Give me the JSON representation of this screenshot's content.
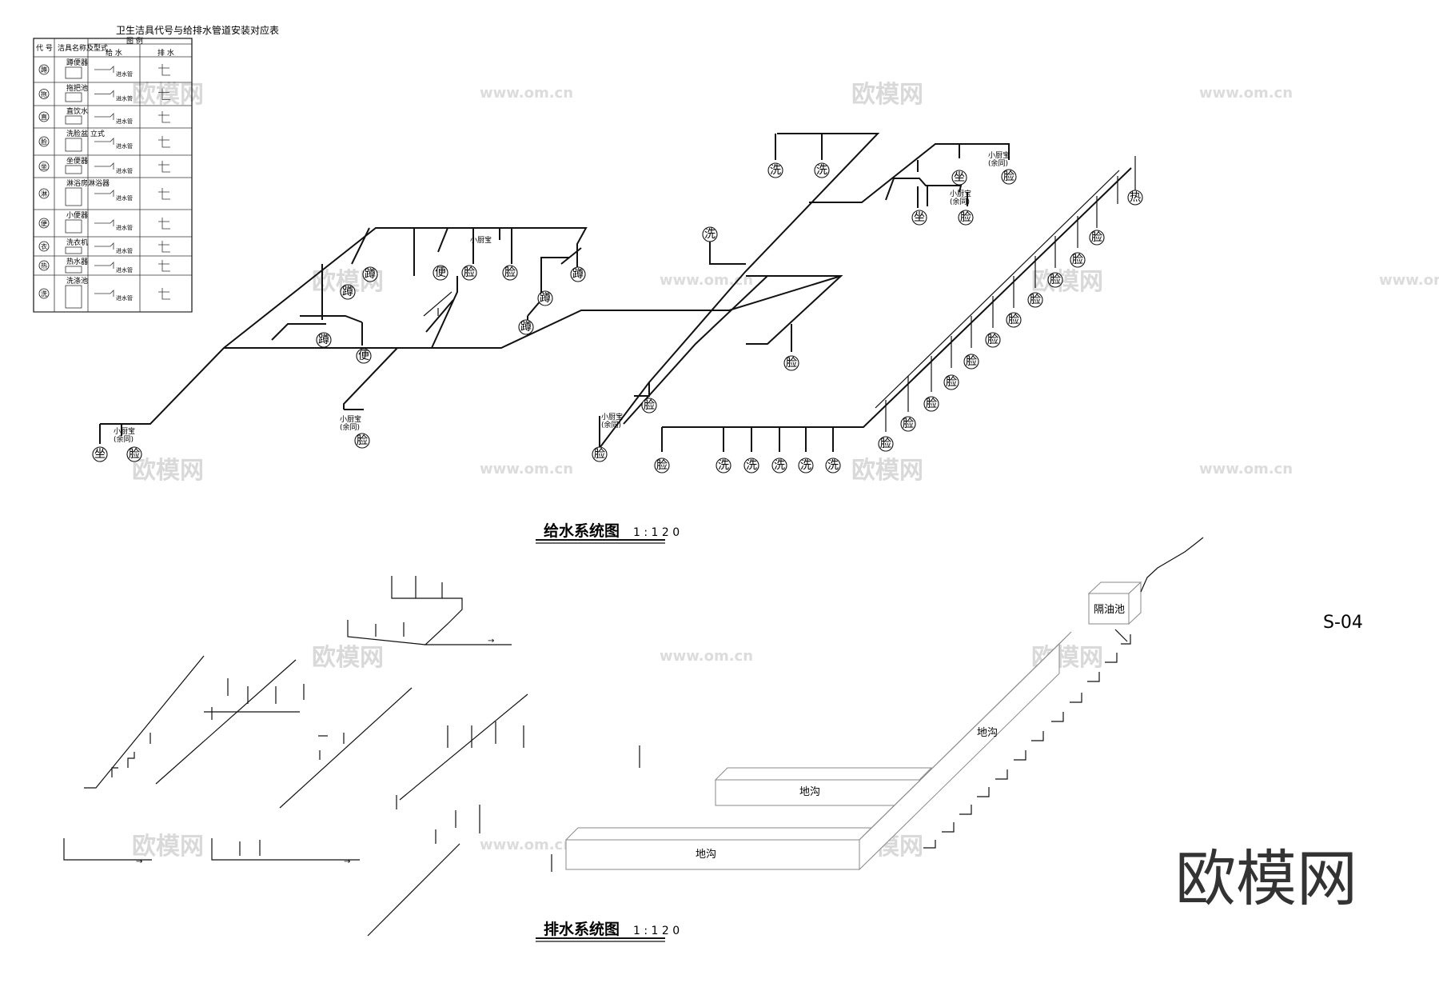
{
  "legend_table": {
    "title": "卫生洁具代号与给排水管道安装对应表",
    "headers": {
      "code": "代 号",
      "name": "洁具名称及型式",
      "legend": "图 例",
      "supply": "给 水",
      "drain": "排 水"
    },
    "rows": [
      {
        "code": "蹲",
        "name": "蹲便器",
        "note": "进水管"
      },
      {
        "code": "拖",
        "name": "拖把池",
        "note": "进水管"
      },
      {
        "code": "直",
        "name": "直饮水",
        "note": "进水管"
      },
      {
        "code": "脸",
        "name": "洗脸盆 立式",
        "note": "进水管"
      },
      {
        "code": "坐",
        "name": "坐便器",
        "note": "进水管"
      },
      {
        "code": "淋",
        "name": "淋浴房淋浴器",
        "note": "进水管"
      },
      {
        "code": "便",
        "name": "小便器",
        "note": "进水管"
      },
      {
        "code": "衣",
        "name": "洗衣机",
        "note": "进水管"
      },
      {
        "code": "热",
        "name": "热水器",
        "note": "进水管"
      },
      {
        "code": "洗",
        "name": "洗涤池",
        "note": "进水管"
      }
    ]
  },
  "supply_diagram": {
    "title": "给水系统图",
    "scale": "1 : 1 2 0"
  },
  "drain_diagram": {
    "title": "排水系统图",
    "scale": "1 : 1 2 0"
  },
  "sheet_no": "S-04",
  "labels": {
    "grease_trap": "隔油池",
    "trench": "地沟",
    "small_kitchen": "小厨宝",
    "small_kitchen_sub": "(余同)"
  },
  "watermarks": {
    "brand": "欧模网",
    "url": "www.om.cn",
    "big_logo": "欧模网"
  },
  "fixtures": {
    "f1": "坐",
    "f2": "脸",
    "f3": "脸",
    "f4": "蹲",
    "f5": "蹲",
    "f6": "蹲",
    "f7": "便",
    "f8": "便",
    "f9": "脸",
    "f10": "脸",
    "f11": "蹲",
    "f12": "蹲",
    "f13": "蹲",
    "f14": "洗",
    "f15": "洗",
    "f16": "洗",
    "f17": "坐",
    "f18": "脸",
    "f19": "坐",
    "f20": "脸",
    "f21": "脸",
    "f22": "脸",
    "f23": "脸",
    "f24": "洗",
    "f25": "洗",
    "f26": "洗",
    "f27": "洗",
    "f28": "洗",
    "f29": "脸",
    "f30": "脸",
    "f31": "脸",
    "f32": "脸",
    "f33": "脸",
    "f34": "脸",
    "f35": "脸",
    "f36": "脸",
    "f37": "脸",
    "f38": "脸",
    "f39": "脸",
    "f40": "脸",
    "f41": "热"
  }
}
